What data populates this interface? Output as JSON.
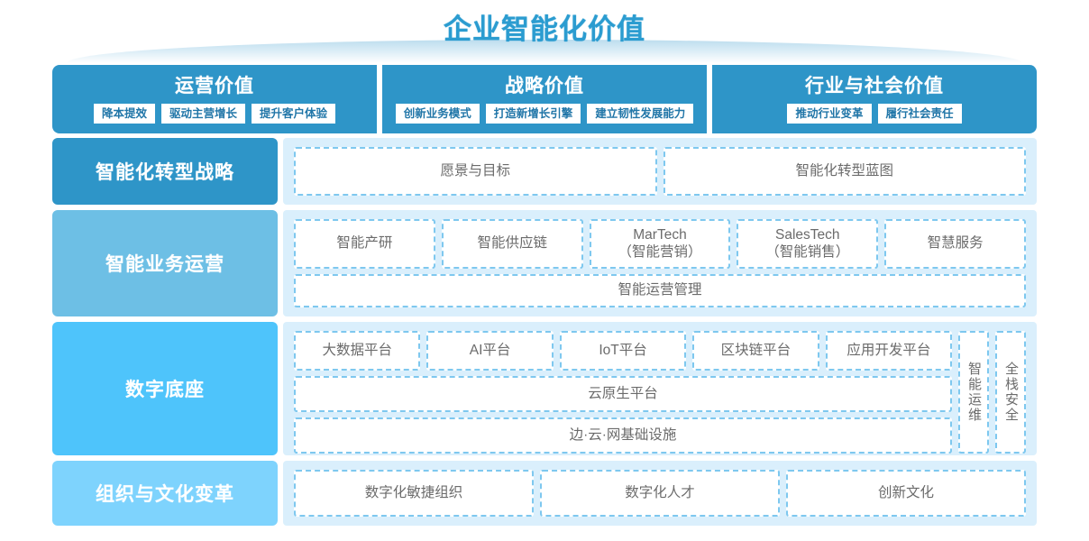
{
  "title": "企业智能化价值",
  "value_band": {
    "panels": [
      {
        "title": "运营价值",
        "tags": [
          "降本提效",
          "驱动主营增长",
          "提升客户体验"
        ]
      },
      {
        "title": "战略价值",
        "tags": [
          "创新业务模式",
          "打造新增长引擎",
          "建立韧性发展能力"
        ]
      },
      {
        "title": "行业与社会价值",
        "tags": [
          "推动行业变革",
          "履行社会责任"
        ]
      }
    ]
  },
  "layers": [
    {
      "label": "智能化转型战略",
      "rows": [
        {
          "cells": [
            "愿景与目标",
            "智能化转型蓝图"
          ]
        }
      ]
    },
    {
      "label": "智能业务运营",
      "rows": [
        {
          "cells": [
            "智能产研",
            "智能供应链",
            "MarTech",
            "SalesTech",
            "智慧服务"
          ]
        },
        {
          "cells": [
            "智能运营管理"
          ]
        }
      ],
      "cell_subs": {
        "MarTech": "（智能营销）",
        "SalesTech": "（智能销售）"
      }
    },
    {
      "label": "数字底座",
      "rows": [
        {
          "cells": [
            "大数据平台",
            "AI平台",
            "IoT平台",
            "区块链平台",
            "应用开发平台"
          ]
        },
        {
          "cells": [
            "云原生平台"
          ]
        },
        {
          "cells": [
            "边·云·网基础设施"
          ]
        }
      ],
      "side_cells": [
        "智能运维",
        "全栈安全"
      ]
    },
    {
      "label": "组织与文化变革",
      "rows": [
        {
          "cells": [
            "数字化敏捷组织",
            "数字化人才",
            "创新文化"
          ]
        }
      ]
    }
  ],
  "colors": {
    "accent": "#2e95c8",
    "tint_2": "#6dbfe5",
    "tint_3": "#4ec4fb",
    "tint_4": "#7ed3fd",
    "content_bg": "#daeffc",
    "dashed_border": "#7ec8ef",
    "cell_text": "#6b6b6b"
  }
}
